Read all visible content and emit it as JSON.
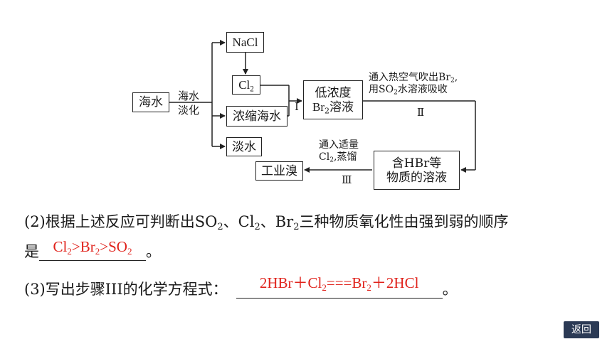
{
  "diagram": {
    "sea_water": "海水",
    "desalination": [
      "海水",
      "淡化"
    ],
    "nacl": "NaCl",
    "cl2": "Cl",
    "cl2_sub": "2",
    "conc_seawater": "浓缩海水",
    "fresh_water": "淡水",
    "low_br_line1": "低浓度",
    "low_br_line2_a": "Br",
    "low_br_line2_sub": "2",
    "low_br_line2_b": "溶液",
    "step1": "I",
    "step2_line1_a": "通入热空气吹出Br",
    "step2_line1_sub": "2",
    "step2_line1_b": ",",
    "step2_line2_a": "用SO",
    "step2_line2_sub": "2",
    "step2_line2_b": "水溶液吸收",
    "step2": "Ⅱ",
    "hbr_line1": "含HBr等",
    "hbr_line2": "物质的溶液",
    "step3_line1": "通入适量",
    "step3_line2_a": "Cl",
    "step3_line2_sub": "2",
    "step3_line2_b": ",蒸馏",
    "step3": "Ⅲ",
    "industrial_br": "工业溴"
  },
  "q2": {
    "text_a": "(2)根据上述反应可判断出SO",
    "sub_a": "2",
    "text_b": "、Cl",
    "sub_b": "2",
    "text_c": "、Br",
    "sub_c": "2",
    "text_d": "三种物质氧化性由强到弱的顺序",
    "line2_prefix": "是",
    "line2_suffix": "。",
    "answer_a": "Cl",
    "answer_sub_a": "2",
    "answer_b": ">Br",
    "answer_sub_b": "2",
    "answer_c": ">SO",
    "answer_sub_c": "2"
  },
  "q3": {
    "text": "(3)写出步骤III的化学方程式：",
    "answer_a": "2HBr＋Cl",
    "answer_sub_a": "2",
    "answer_b": "===Br",
    "answer_sub_b": "2",
    "answer_c": "＋2HCl",
    "suffix": "。"
  },
  "nav": {
    "back_label": "返回"
  },
  "colors": {
    "answer": "#e0221b",
    "back_button": "#2b3a55"
  }
}
